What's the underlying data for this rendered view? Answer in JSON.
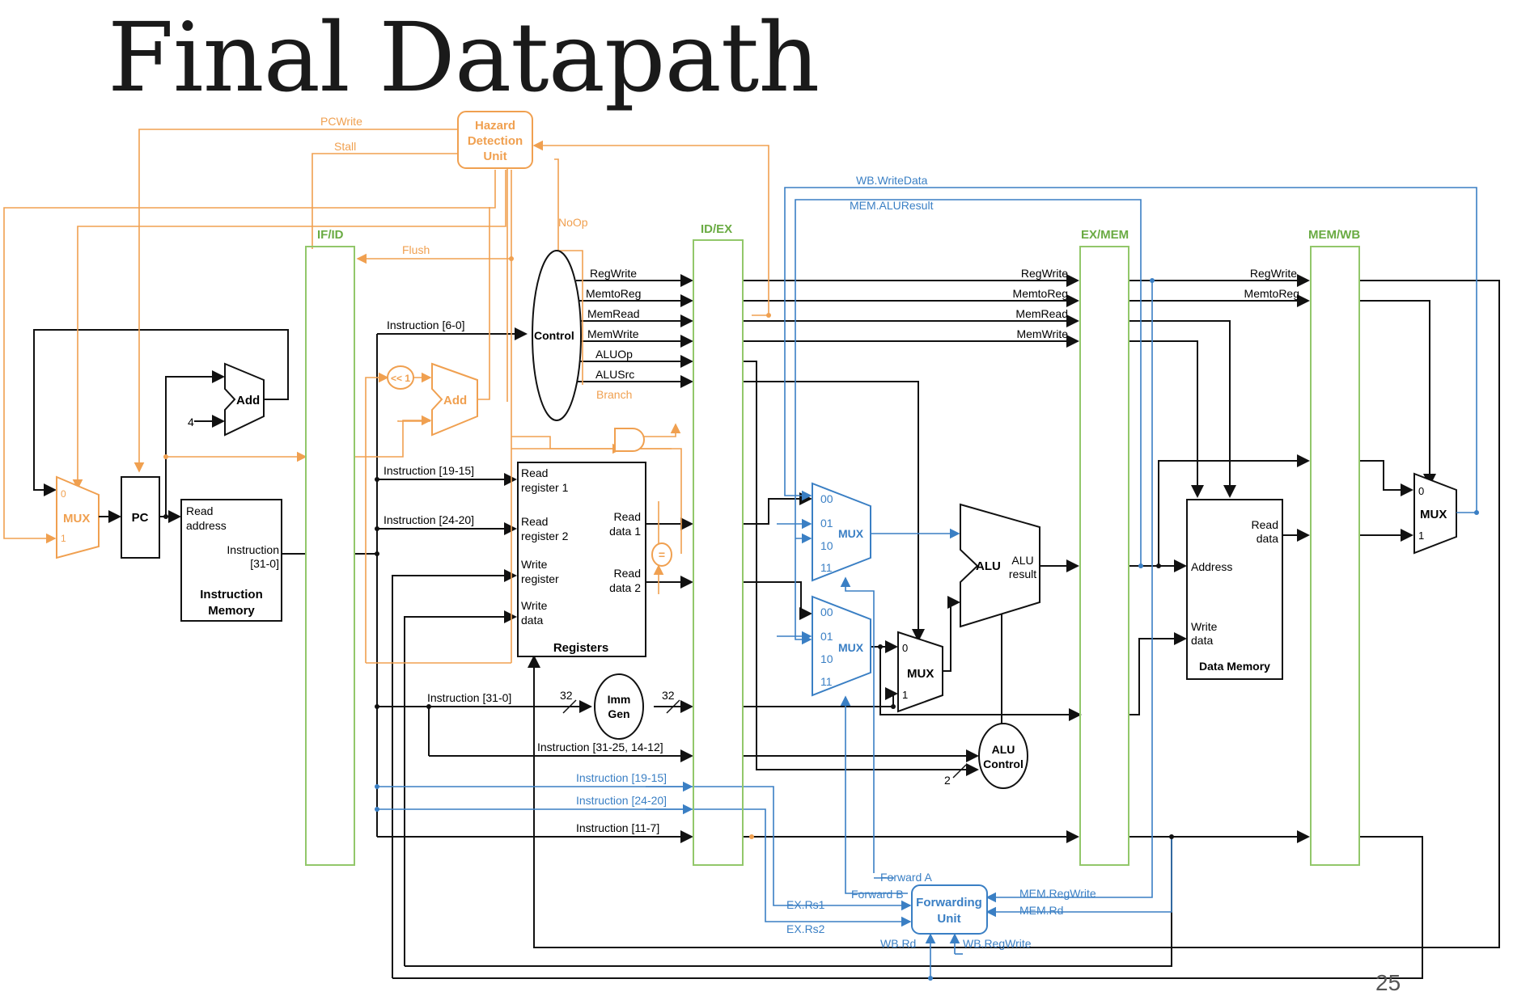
{
  "title": "Final Datapath",
  "page_number": "25",
  "colors": {
    "black": "#111111",
    "orange": "#f0a050",
    "blue": "#3a7fc4",
    "green": "#92c76a"
  },
  "registers": {
    "if_id": "IF/ID",
    "id_ex": "ID/EX",
    "ex_mem": "EX/MEM",
    "mem_wb": "MEM/WB"
  },
  "hazard": {
    "l1": "Hazard",
    "l2": "Detection",
    "l3": "Unit"
  },
  "orange_signals": {
    "pcwrite": "PCWrite",
    "stall": "Stall",
    "noop": "NoOp",
    "flush": "Flush",
    "branch": "Branch"
  },
  "blue_signals": {
    "wb_writedata": "WB.WriteData",
    "mem_aluresult": "MEM.ALUResult",
    "forward_a": "Forward A",
    "forward_b": "Forward B",
    "ex_rs1": "EX.Rs1",
    "ex_rs2": "EX.Rs2",
    "wb_rd": "WB.Rd",
    "wb_regwrite": "WB.RegWrite",
    "mem_regwrite": "MEM.RegWrite",
    "mem_rd": "MEM.Rd",
    "instr_19_15": "Instruction [19-15]",
    "instr_24_20": "Instruction [24-20]"
  },
  "control": {
    "label": "Control",
    "regwrite": "RegWrite",
    "memtoreg": "MemtoReg",
    "memread": "MemRead",
    "memwrite": "MemWrite",
    "aluop": "ALUOp",
    "alusrc": "ALUSrc"
  },
  "pc_mux": {
    "label": "MUX",
    "in0": "0",
    "in1": "1"
  },
  "pc": "PC",
  "adder1": {
    "label": "Add",
    "const": "4"
  },
  "adder2": {
    "label": "Add",
    "shift": "<< 1"
  },
  "imem": {
    "read": "Read",
    "address": "address",
    "instr": "Instruction",
    "bits": "[31-0]",
    "name1": "Instruction",
    "name2": "Memory"
  },
  "instr_fields": {
    "f6_0": "Instruction [6-0]",
    "f19_15": "Instruction [19-15]",
    "f24_20": "Instruction [24-20]",
    "f31_0": "Instruction [31-0]",
    "f31_25": "Instruction [31-25, 14-12]",
    "f11_7": "Instruction [11-7]"
  },
  "regfile": {
    "rr1a": "Read",
    "rr1b": "register 1",
    "rr2a": "Read",
    "rr2b": "register 2",
    "wra": "Write",
    "wrb": "register",
    "wda": "Write",
    "wdb": "data",
    "rd1a": "Read",
    "rd1b": "data 1",
    "rd2a": "Read",
    "rd2b": "data 2",
    "name": "Registers"
  },
  "eq": "=",
  "immgen": {
    "l1": "Imm",
    "l2": "Gen",
    "in_bits": "32",
    "out_bits": "32"
  },
  "fwd_mux": {
    "label": "MUX",
    "s00": "00",
    "s01": "01",
    "s10": "10",
    "s11": "11"
  },
  "alusrc_mux": {
    "label": "MUX",
    "in0": "0",
    "in1": "1"
  },
  "alu": {
    "label": "ALU",
    "res1": "ALU",
    "res2": "result"
  },
  "alu_control": {
    "l1": "ALU",
    "l2": "Control",
    "bits": "2"
  },
  "dmem": {
    "address": "Address",
    "rd1": "Read",
    "rd2": "data",
    "wd1": "Write",
    "wd2": "data",
    "name": "Data Memory"
  },
  "wb_mux": {
    "label": "MUX",
    "in0": "0",
    "in1": "1"
  },
  "forwarding": {
    "l1": "Forwarding",
    "l2": "Unit"
  },
  "exmem_labels": {
    "regwrite": "RegWrite",
    "memtoreg": "MemtoReg",
    "memread": "MemRead",
    "memwrite": "MemWrite"
  },
  "memwb_labels": {
    "regwrite": "RegWrite",
    "memtoreg": "MemtoReg"
  }
}
